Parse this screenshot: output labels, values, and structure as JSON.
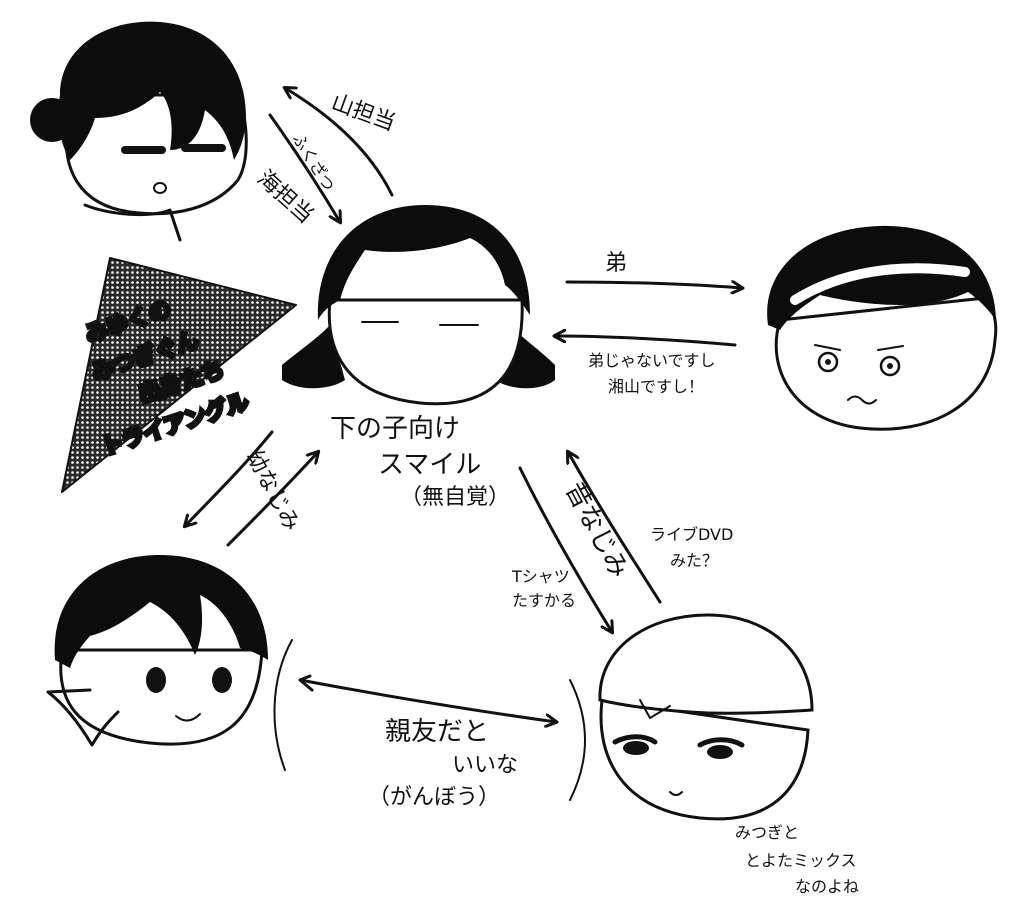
{
  "relations": {
    "top_to_center_up": "山担当",
    "top_center_mid": "ふくざつ",
    "top_to_center_down": "海担当",
    "center_to_right": "弟",
    "right_to_center_line1": "弟じゃないですし",
    "right_to_center_line2": "湘山ですし！",
    "center_left_diag": "幼なじみ",
    "center_bottom_right_up": "昔なじみ",
    "bottom_right_note1_line1": "ライブDVD",
    "bottom_right_note1_line2": "みた？",
    "bottom_right_note2_line1": "Tシャツ",
    "bottom_right_note2_line2": "たすかる",
    "bottom_pair_line1": "親友だと",
    "bottom_pair_line2": "いいな",
    "bottom_pair_line3": "（がんぼう）"
  },
  "center_caption": {
    "line1": "下の子向け",
    "line2": "スマイル",
    "line3": "（無自覚）"
  },
  "triangle_label": {
    "line1": "みゆくの",
    "line2": "みつぎぐん",
    "line3": "出身たち",
    "line4": "トライアングル"
  },
  "bottom_right_caption": {
    "line1": "みつぎと",
    "line2": "とよたミックス",
    "line3": "なのよね"
  },
  "colors": {
    "ink": "#111111",
    "hair": "#0c0c0c",
    "paper": "#ffffff",
    "screen_tone": "#3a3a3a"
  }
}
